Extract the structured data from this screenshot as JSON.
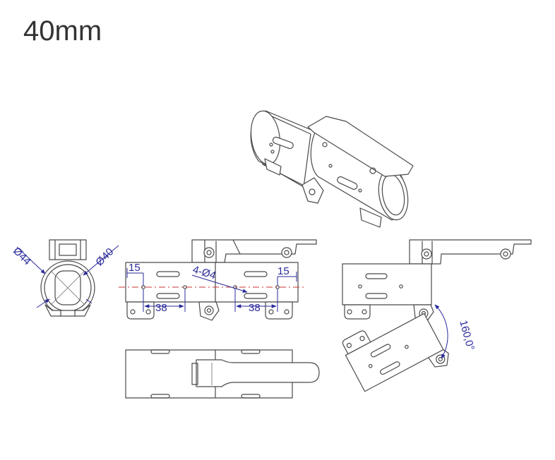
{
  "title": "40mm",
  "dimensions": {
    "tube_outer": "Ø44",
    "tube_inner": "Ø40",
    "hole_spacing_left": "38",
    "hole_spacing_right": "38",
    "edge_offset_left": "15",
    "edge_offset_right": "15",
    "holes": "4-Ø4",
    "fold_angle": "160,0°"
  },
  "colors": {
    "line": "#4a4a4a",
    "dimension": "#2a2a9a",
    "centerline": "#cc3333"
  }
}
